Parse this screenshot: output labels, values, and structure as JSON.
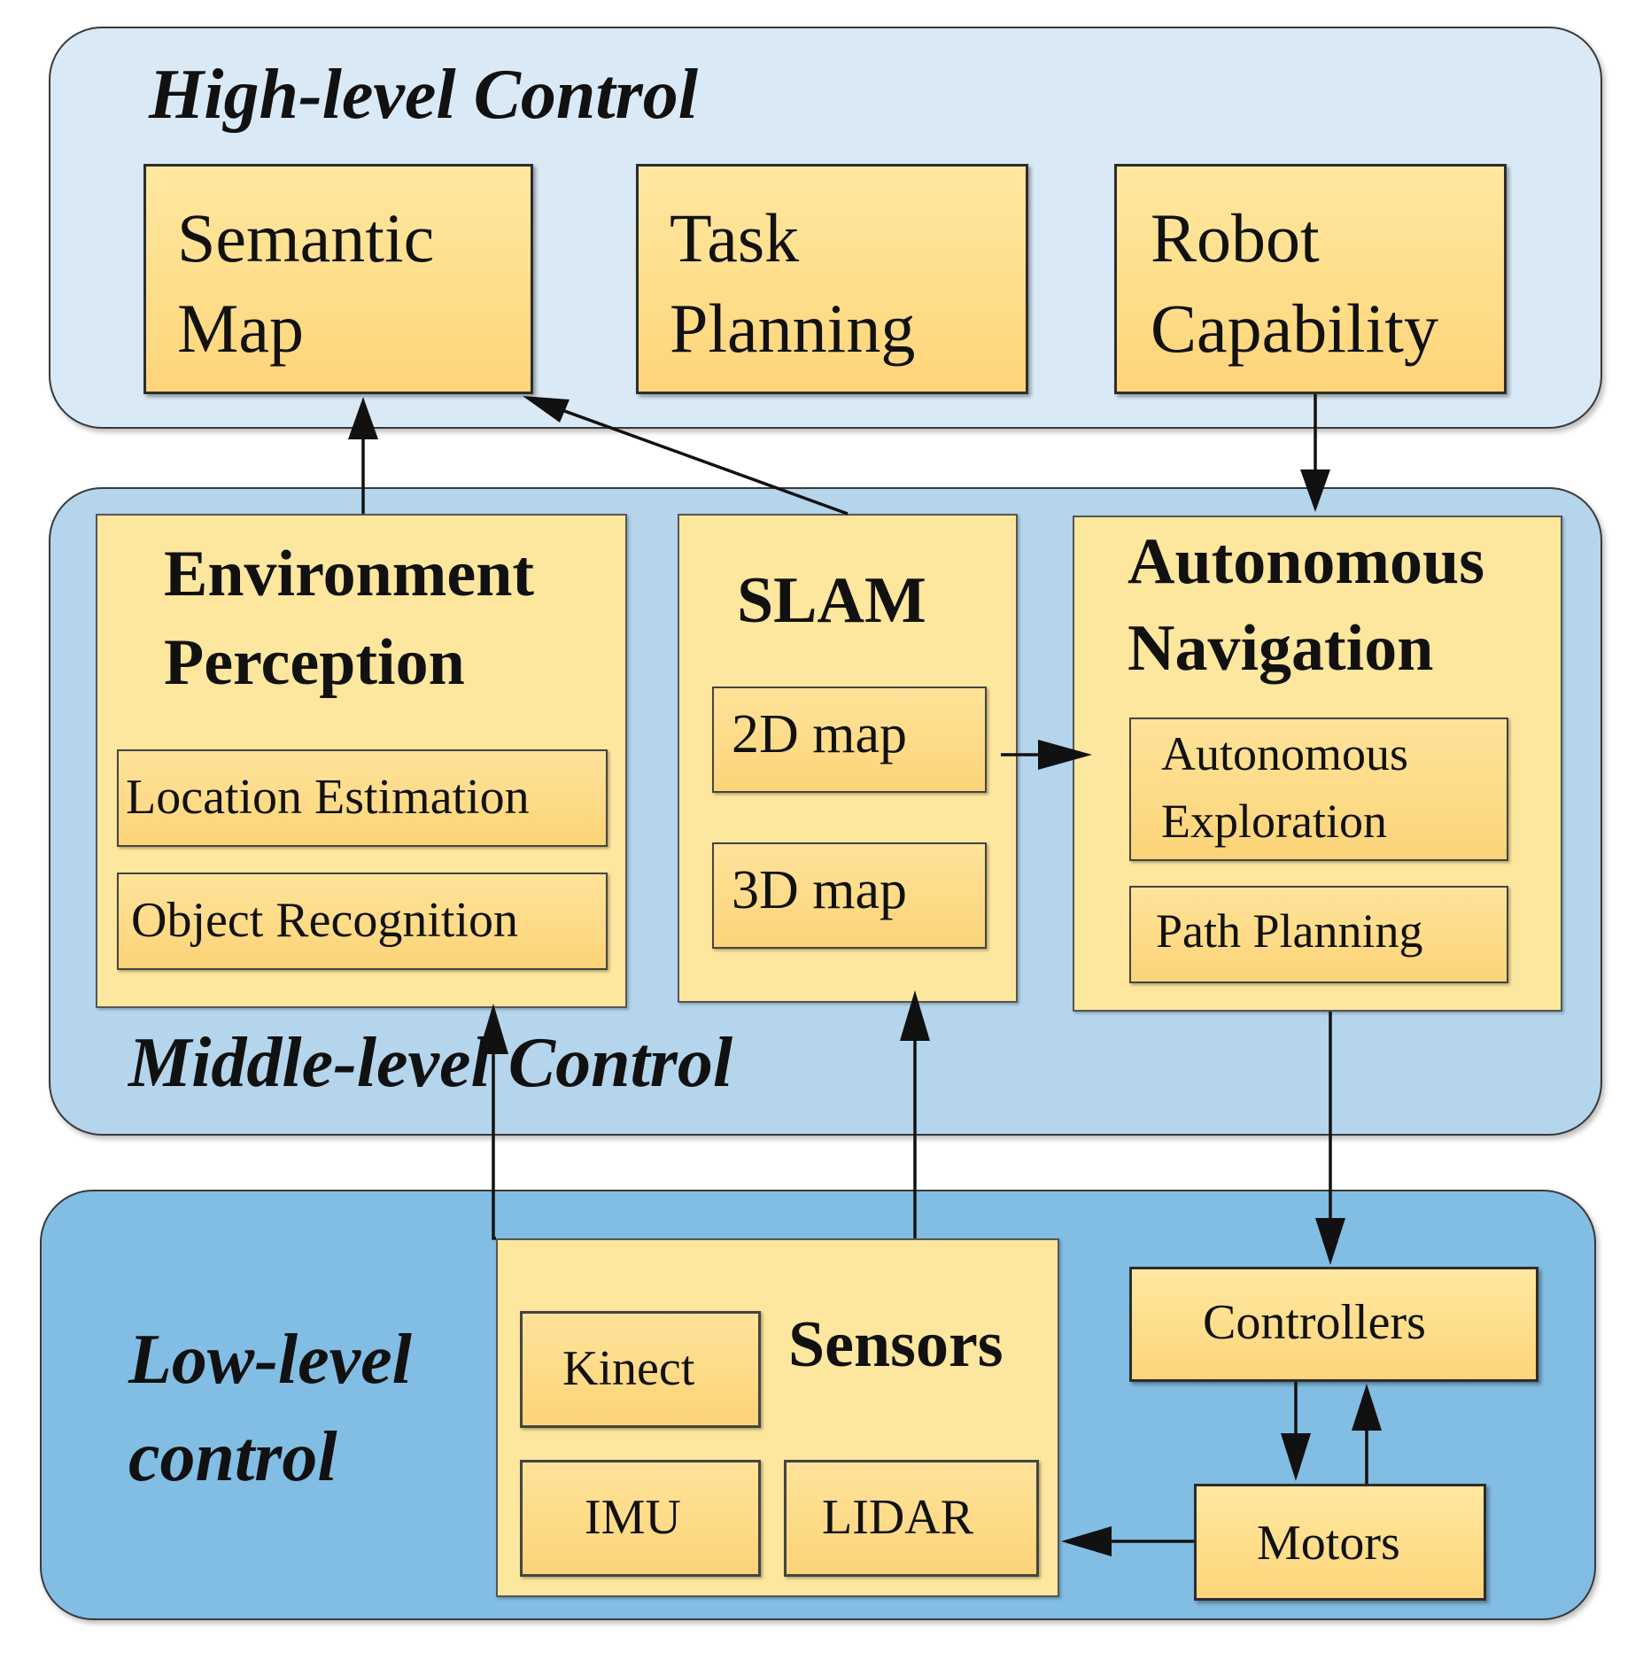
{
  "layers": {
    "high": "High-level Control",
    "middle": "Middle-level Control",
    "low_line1": "Low-level",
    "low_line2": "control"
  },
  "high_boxes": {
    "semantic_map": [
      "Semantic",
      "Map"
    ],
    "task_planning": [
      "Task",
      "Planning"
    ],
    "robot_capability": [
      "Robot",
      "Capability"
    ]
  },
  "middle": {
    "environment_perception": {
      "title": [
        "Environment",
        "Perception"
      ],
      "items": [
        "Location Estimation",
        "Object Recognition"
      ]
    },
    "slam": {
      "title": "SLAM",
      "items": [
        "2D map",
        "3D map"
      ]
    },
    "autonomous_navigation": {
      "title": [
        "Autonomous",
        "Navigation"
      ],
      "items": [
        [
          "Autonomous",
          "Exploration"
        ],
        "Path Planning"
      ]
    }
  },
  "low": {
    "sensors": {
      "title": "Sensors",
      "items": [
        "Kinect",
        "IMU",
        "LIDAR"
      ]
    },
    "controllers": "Controllers",
    "motors": "Motors"
  }
}
